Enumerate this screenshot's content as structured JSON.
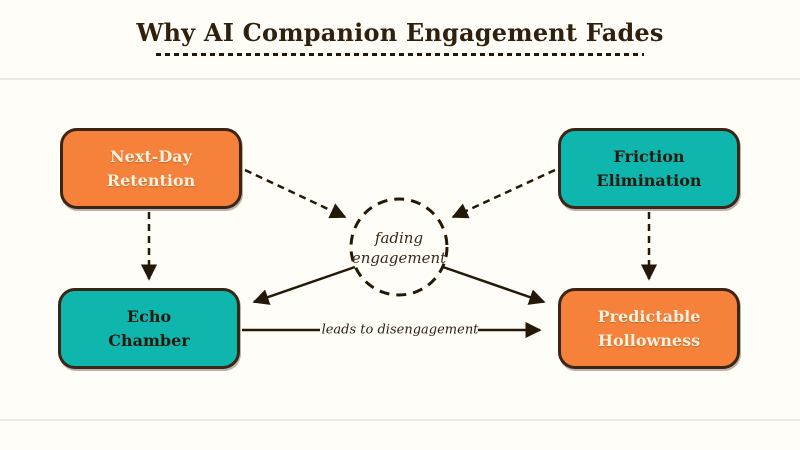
{
  "app": {
    "background": "#FFFDF8",
    "ink": "#241806",
    "divider_color": "#EFEBE2"
  },
  "title": {
    "text": "Why AI Companion Engagement Fades"
  },
  "diagram": {
    "nodes": [
      {
        "id": "next-day-retention",
        "line1": "Next-Day",
        "line2": "Retention",
        "fill": "#F5813B",
        "text_color": "#F9F1DC",
        "position": "top-left"
      },
      {
        "id": "friction-elimination",
        "line1": "Friction",
        "line2": "Elimination",
        "fill": "#0FB6AE",
        "text_color": "#231A10",
        "position": "top-right"
      },
      {
        "id": "echo-chamber",
        "line1": "Echo",
        "line2": "Chamber",
        "fill": "#0FB6AE",
        "text_color": "#231A10",
        "position": "bottom-left"
      },
      {
        "id": "predictable-hollowness",
        "line1": "Predictable",
        "line2": "Hollowness",
        "fill": "#F5813B",
        "text_color": "#F9F1DC",
        "position": "bottom-right"
      }
    ],
    "hub": {
      "line1": "fading",
      "line2": "engagement"
    },
    "edge_label": "leads to disengagement",
    "connections": [
      "next-day-retention -> fading-engagement (dashed)",
      "friction-elimination -> fading-engagement (dashed)",
      "next-day-retention -> echo-chamber (dashed)",
      "friction-elimination -> predictable-hollowness (dashed)",
      "fading-engagement -> echo-chamber (solid)",
      "fading-engagement -> predictable-hollowness (solid)",
      "echo-chamber -> predictable-hollowness (solid, labeled)"
    ]
  }
}
